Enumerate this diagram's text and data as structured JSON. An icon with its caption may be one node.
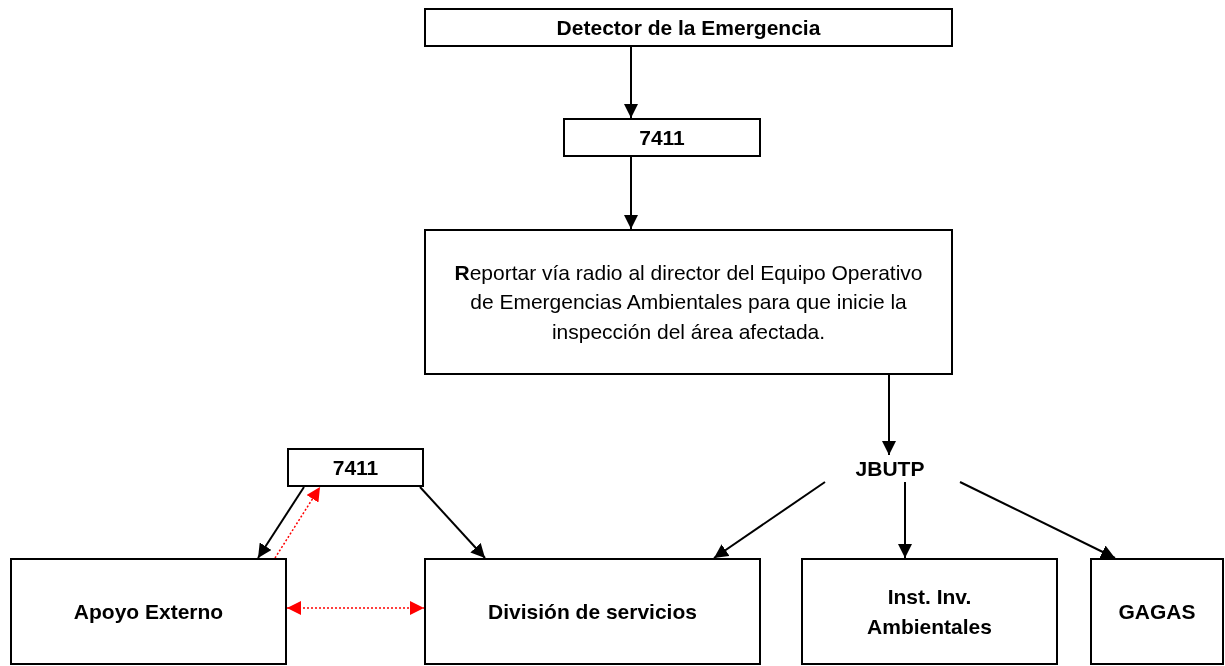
{
  "diagram": {
    "nodes": [
      {
        "text": [
          "Detector de la Emergencia"
        ]
      },
      {
        "text": [
          "7411"
        ]
      },
      {
        "text": [
          "**R**eportar vía radio al director del Equipo Operativo de Emergencias Ambientales para que inicie la inspección del área afectada."
        ]
      },
      {
        "text": [
          "JBUTP"
        ]
      },
      {
        "text": [
          "7411"
        ]
      },
      {
        "text": [
          "Apoyo Externo"
        ]
      },
      {
        "text": [
          "División de servicios"
        ]
      },
      {
        "text": [
          "Inst. Inv. Ambientales"
        ]
      },
      {
        "text": [
          "GAGAS"
        ]
      }
    ],
    "edges": [
      {
        "from": 0,
        "to": 1,
        "arrow": "to"
      },
      {
        "from": 1,
        "to": 2,
        "arrow": "to"
      },
      {
        "from": 2,
        "to": 3,
        "arrow": "to"
      },
      {
        "from": 4,
        "to": 5,
        "arrow": "to"
      },
      {
        "from": 5,
        "to": 4,
        "arrow": "to",
        "style": "dashed",
        "color": "#ff0000"
      },
      {
        "from": 4,
        "to": 6,
        "arrow": "to"
      },
      {
        "from": 5,
        "to": 6,
        "arrow": "both",
        "style": "dashed",
        "color": "#ff0000"
      },
      {
        "from": 3,
        "to": 6,
        "arrow": "to"
      },
      {
        "from": 3,
        "to": 7,
        "arrow": "to"
      },
      {
        "from": 3,
        "to": 8,
        "arrow": "to"
      }
    ]
  }
}
